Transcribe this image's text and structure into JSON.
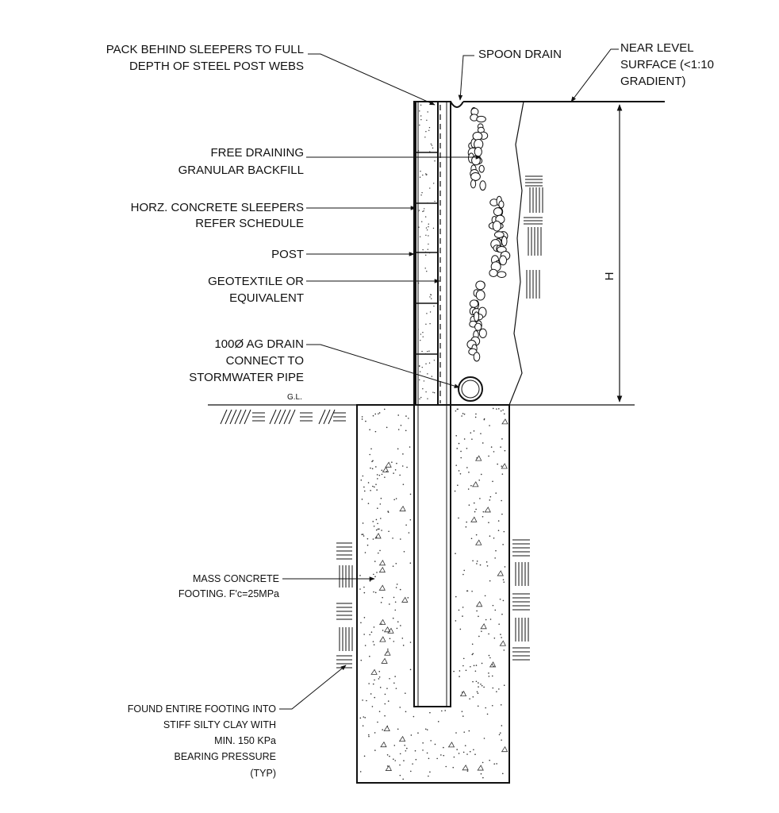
{
  "labels": {
    "pack_behind": [
      "PACK BEHIND SLEEPERS TO FULL",
      "DEPTH OF STEEL POST WEBS"
    ],
    "spoon_drain": "SPOON DRAIN",
    "near_level": [
      "NEAR LEVEL",
      "SURFACE (<1:10",
      "GRADIENT)"
    ],
    "free_draining": [
      "FREE DRAINING",
      "GRANULAR BACKFILL"
    ],
    "sleepers": [
      "HORZ. CONCRETE SLEEPERS",
      "REFER SCHEDULE"
    ],
    "post": "POST",
    "geotextile": [
      "GEOTEXTILE OR",
      "EQUIVALENT"
    ],
    "ag_drain": [
      "100Ø AG DRAIN",
      "CONNECT TO",
      "STORMWATER PIPE"
    ],
    "gl": "G.L.",
    "height": "H",
    "footing": [
      "MASS CONCRETE",
      "FOOTING. F'c=25MPa"
    ],
    "found": [
      "FOUND ENTIRE FOOTING INTO",
      "STIFF SILTY CLAY WITH",
      "MIN. 150 KPa",
      "BEARING PRESSURE",
      "(TYP)"
    ]
  },
  "colors": {
    "line": "#111111",
    "background": "#ffffff"
  }
}
